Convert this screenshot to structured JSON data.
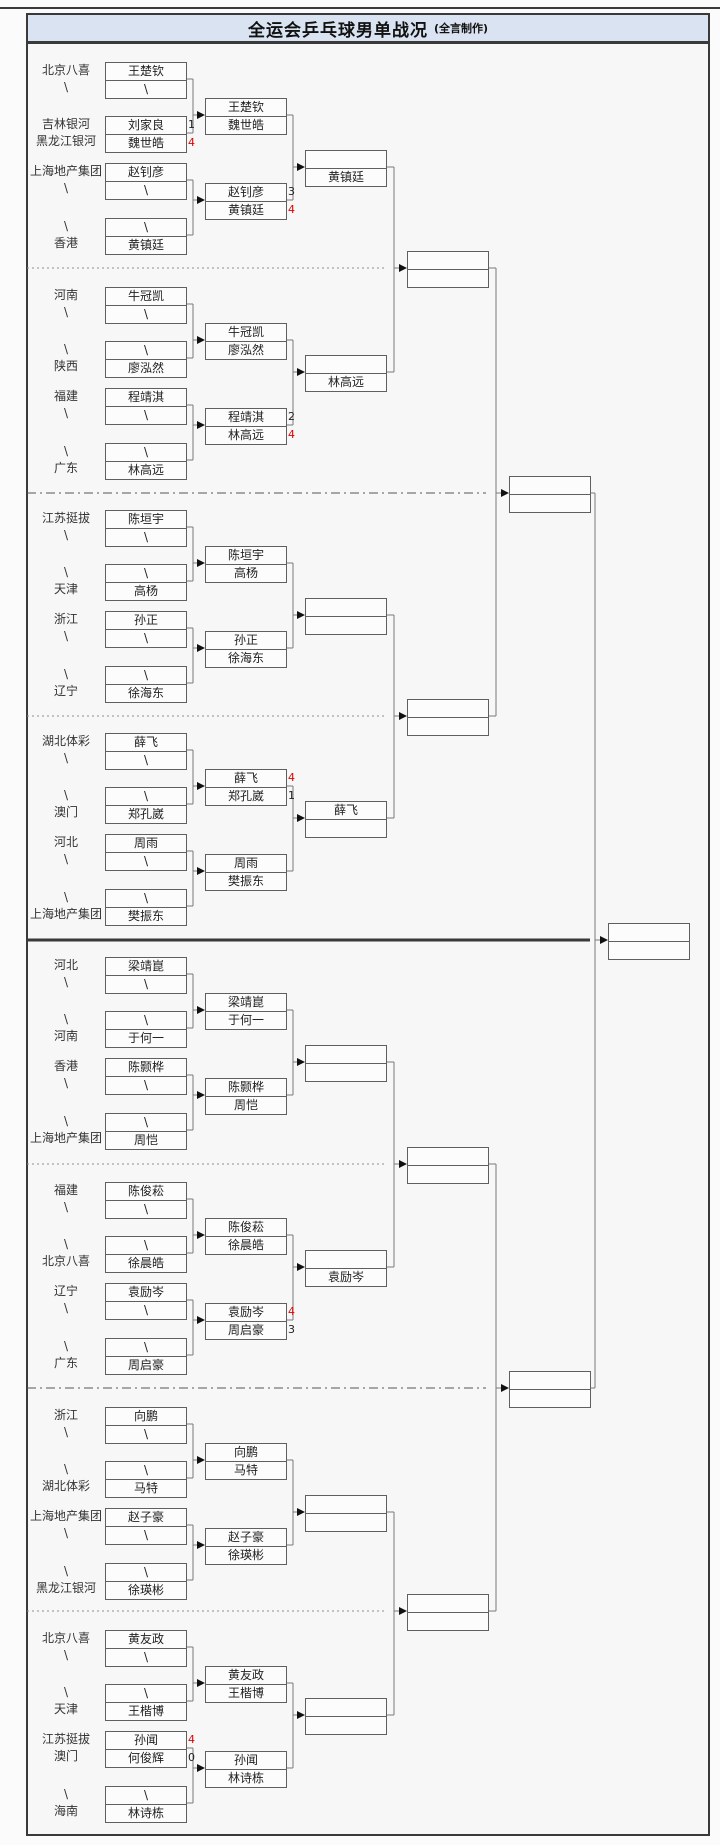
{
  "header": {
    "title": "全运会乒乓球男单战况",
    "subtitle": "(全言制作)"
  },
  "colors": {
    "accent_red": "#dd0000",
    "title_bg": "#dae3f1",
    "line": "#7a7a7a"
  },
  "sections": [
    {
      "teams": [
        "北京八喜",
        "\\",
        "吉林银河",
        "黑龙江银河",
        "上海地产集团",
        "\\",
        "\\",
        "香港"
      ],
      "round1": [
        {
          "rows": [
            "王楚钦",
            "\\"
          ],
          "scores": [
            "",
            ""
          ],
          "winner": -1
        },
        {
          "rows": [
            "刘家良",
            "魏世皓"
          ],
          "scores": [
            "1",
            "4"
          ],
          "winner": 1
        },
        {
          "rows": [
            "赵钊彦",
            "\\"
          ],
          "scores": [
            "",
            ""
          ],
          "winner": -1
        },
        {
          "rows": [
            "\\",
            "黄镇廷"
          ],
          "scores": [
            "",
            ""
          ],
          "winner": -1
        }
      ],
      "round2": [
        {
          "rows": [
            "王楚钦",
            "魏世皓"
          ],
          "scores": [
            "",
            ""
          ],
          "winner": -1
        },
        {
          "rows": [
            "赵钊彦",
            "黄镇廷"
          ],
          "scores": [
            "3",
            "4"
          ],
          "winner": 1
        }
      ],
      "round3": {
        "rows": [
          "",
          "黄镇廷"
        ]
      }
    },
    {
      "teams": [
        "河南",
        "\\",
        "\\",
        "陕西",
        "福建",
        "\\",
        "\\",
        "广东"
      ],
      "round1": [
        {
          "rows": [
            "牛冠凯",
            "\\"
          ],
          "scores": [
            "",
            ""
          ],
          "winner": -1
        },
        {
          "rows": [
            "\\",
            "廖泓然"
          ],
          "scores": [
            "",
            ""
          ],
          "winner": -1
        },
        {
          "rows": [
            "程靖淇",
            "\\"
          ],
          "scores": [
            "",
            ""
          ],
          "winner": -1
        },
        {
          "rows": [
            "\\",
            "林高远"
          ],
          "scores": [
            "",
            ""
          ],
          "winner": -1
        }
      ],
      "round2": [
        {
          "rows": [
            "牛冠凯",
            "廖泓然"
          ],
          "scores": [
            "",
            ""
          ],
          "winner": -1
        },
        {
          "rows": [
            "程靖淇",
            "林高远"
          ],
          "scores": [
            "2",
            "4"
          ],
          "winner": 1
        }
      ],
      "round3": {
        "rows": [
          "",
          "林高远"
        ]
      }
    },
    {
      "teams": [
        "江苏挺拔",
        "\\",
        "\\",
        "天津",
        "浙江",
        "\\",
        "\\",
        "辽宁"
      ],
      "round1": [
        {
          "rows": [
            "陈垣宇",
            "\\"
          ],
          "scores": [
            "",
            ""
          ],
          "winner": -1
        },
        {
          "rows": [
            "\\",
            "高杨"
          ],
          "scores": [
            "",
            ""
          ],
          "winner": -1
        },
        {
          "rows": [
            "孙正",
            "\\"
          ],
          "scores": [
            "",
            ""
          ],
          "winner": -1
        },
        {
          "rows": [
            "\\",
            "徐海东"
          ],
          "scores": [
            "",
            ""
          ],
          "winner": -1
        }
      ],
      "round2": [
        {
          "rows": [
            "陈垣宇",
            "高杨"
          ],
          "scores": [
            "",
            ""
          ],
          "winner": -1
        },
        {
          "rows": [
            "孙正",
            "徐海东"
          ],
          "scores": [
            "",
            ""
          ],
          "winner": -1
        }
      ],
      "round3": {
        "rows": [
          "",
          ""
        ]
      }
    },
    {
      "teams": [
        "湖北体彩",
        "\\",
        "\\",
        "澳门",
        "河北",
        "\\",
        "\\",
        "上海地产集团"
      ],
      "round1": [
        {
          "rows": [
            "薛飞",
            "\\"
          ],
          "scores": [
            "",
            ""
          ],
          "winner": -1
        },
        {
          "rows": [
            "\\",
            "郑孔崴"
          ],
          "scores": [
            "",
            ""
          ],
          "winner": -1
        },
        {
          "rows": [
            "周雨",
            "\\"
          ],
          "scores": [
            "",
            ""
          ],
          "winner": -1
        },
        {
          "rows": [
            "\\",
            "樊振东"
          ],
          "scores": [
            "",
            ""
          ],
          "winner": -1
        }
      ],
      "round2": [
        {
          "rows": [
            "薛飞",
            "郑孔崴"
          ],
          "scores": [
            "4",
            "1"
          ],
          "winner": 0
        },
        {
          "rows": [
            "周雨",
            "樊振东"
          ],
          "scores": [
            "",
            ""
          ],
          "winner": -1
        }
      ],
      "round3": {
        "rows": [
          "薛飞",
          ""
        ]
      }
    },
    {
      "teams": [
        "河北",
        "\\",
        "\\",
        "河南",
        "香港",
        "\\",
        "\\",
        "上海地产集团"
      ],
      "round1": [
        {
          "rows": [
            "梁靖崑",
            "\\"
          ],
          "scores": [
            "",
            ""
          ],
          "winner": -1
        },
        {
          "rows": [
            "\\",
            "于何一"
          ],
          "scores": [
            "",
            ""
          ],
          "winner": -1
        },
        {
          "rows": [
            "陈颢桦",
            "\\"
          ],
          "scores": [
            "",
            ""
          ],
          "winner": -1
        },
        {
          "rows": [
            "\\",
            "周恺"
          ],
          "scores": [
            "",
            ""
          ],
          "winner": -1
        }
      ],
      "round2": [
        {
          "rows": [
            "梁靖崑",
            "于何一"
          ],
          "scores": [
            "",
            ""
          ],
          "winner": -1
        },
        {
          "rows": [
            "陈颢桦",
            "周恺"
          ],
          "scores": [
            "",
            ""
          ],
          "winner": -1
        }
      ],
      "round3": {
        "rows": [
          "",
          ""
        ]
      }
    },
    {
      "teams": [
        "福建",
        "\\",
        "\\",
        "北京八喜",
        "辽宁",
        "\\",
        "\\",
        "广东"
      ],
      "round1": [
        {
          "rows": [
            "陈俊菘",
            "\\"
          ],
          "scores": [
            "",
            ""
          ],
          "winner": -1
        },
        {
          "rows": [
            "\\",
            "徐晨皓"
          ],
          "scores": [
            "",
            ""
          ],
          "winner": -1
        },
        {
          "rows": [
            "袁励岑",
            "\\"
          ],
          "scores": [
            "",
            ""
          ],
          "winner": -1
        },
        {
          "rows": [
            "\\",
            "周启豪"
          ],
          "scores": [
            "",
            ""
          ],
          "winner": -1
        }
      ],
      "round2": [
        {
          "rows": [
            "陈俊菘",
            "徐晨皓"
          ],
          "scores": [
            "",
            ""
          ],
          "winner": -1
        },
        {
          "rows": [
            "袁励岑",
            "周启豪"
          ],
          "scores": [
            "4",
            "3"
          ],
          "winner": 0
        }
      ],
      "round3": {
        "rows": [
          "",
          "袁励岑"
        ]
      }
    },
    {
      "teams": [
        "浙江",
        "\\",
        "\\",
        "湖北体彩",
        "上海地产集团",
        "\\",
        "\\",
        "黑龙江银河"
      ],
      "round1": [
        {
          "rows": [
            "向鹏",
            "\\"
          ],
          "scores": [
            "",
            ""
          ],
          "winner": -1
        },
        {
          "rows": [
            "\\",
            "马特"
          ],
          "scores": [
            "",
            ""
          ],
          "winner": -1
        },
        {
          "rows": [
            "赵子豪",
            "\\"
          ],
          "scores": [
            "",
            ""
          ],
          "winner": -1
        },
        {
          "rows": [
            "\\",
            "徐瑛彬"
          ],
          "scores": [
            "",
            ""
          ],
          "winner": -1
        }
      ],
      "round2": [
        {
          "rows": [
            "向鹏",
            "马特"
          ],
          "scores": [
            "",
            ""
          ],
          "winner": -1
        },
        {
          "rows": [
            "赵子豪",
            "徐瑛彬"
          ],
          "scores": [
            "",
            ""
          ],
          "winner": -1
        }
      ],
      "round3": {
        "rows": [
          "",
          ""
        ]
      }
    },
    {
      "teams": [
        "北京八喜",
        "\\",
        "\\",
        "天津",
        "江苏挺拔",
        "澳门",
        "\\",
        "海南"
      ],
      "round1": [
        {
          "rows": [
            "黄友政",
            "\\"
          ],
          "scores": [
            "",
            ""
          ],
          "winner": -1
        },
        {
          "rows": [
            "\\",
            "王楷博"
          ],
          "scores": [
            "",
            ""
          ],
          "winner": -1
        },
        {
          "rows": [
            "孙闻",
            "何俊辉"
          ],
          "scores": [
            "4",
            "0"
          ],
          "winner": 0
        },
        {
          "rows": [
            "\\",
            "林诗栋"
          ],
          "scores": [
            "",
            ""
          ],
          "winner": -1
        }
      ],
      "round2": [
        {
          "rows": [
            "黄友政",
            "王楷博"
          ],
          "scores": [
            "",
            ""
          ],
          "winner": -1
        },
        {
          "rows": [
            "孙闻",
            "林诗栋"
          ],
          "scores": [
            "",
            ""
          ],
          "winner": -1
        }
      ],
      "round3": {
        "rows": [
          "",
          ""
        ]
      }
    }
  ],
  "quarterfinals": [
    {
      "rows": [
        "",
        ""
      ]
    },
    {
      "rows": [
        "",
        ""
      ]
    },
    {
      "rows": [
        "",
        ""
      ]
    },
    {
      "rows": [
        "",
        ""
      ]
    }
  ],
  "semifinals": [
    {
      "rows": [
        "",
        ""
      ]
    },
    {
      "rows": [
        "",
        ""
      ]
    }
  ],
  "final": {
    "rows": [
      "",
      ""
    ]
  }
}
